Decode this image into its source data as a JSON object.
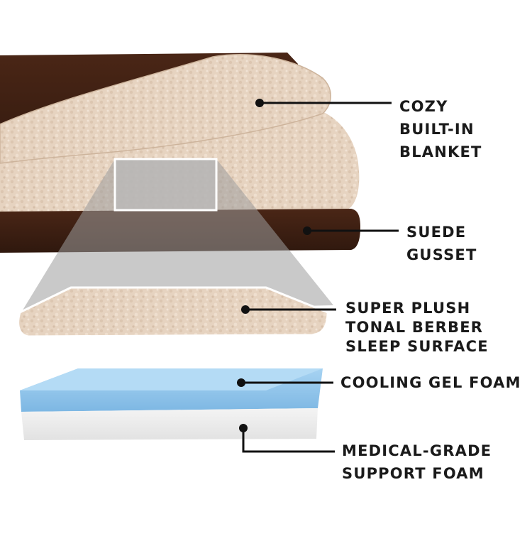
{
  "labels": {
    "blanket": [
      "COZY",
      "BUILT-IN",
      "BLANKET"
    ],
    "gusset": [
      "SUEDE",
      "GUSSET"
    ],
    "berber": [
      "SUPER PLUSH",
      "TONAL BERBER",
      "SLEEP SURFACE"
    ],
    "gel": [
      "COOLING GEL FOAM"
    ],
    "support": [
      "MEDICAL-GRADE",
      "SUPPORT FOAM"
    ]
  },
  "colors": {
    "suede": "#3b1e12",
    "berber": "#e6d2bf",
    "gel": "#8fc3e8",
    "support": "#ededed",
    "callout": "#111111"
  }
}
